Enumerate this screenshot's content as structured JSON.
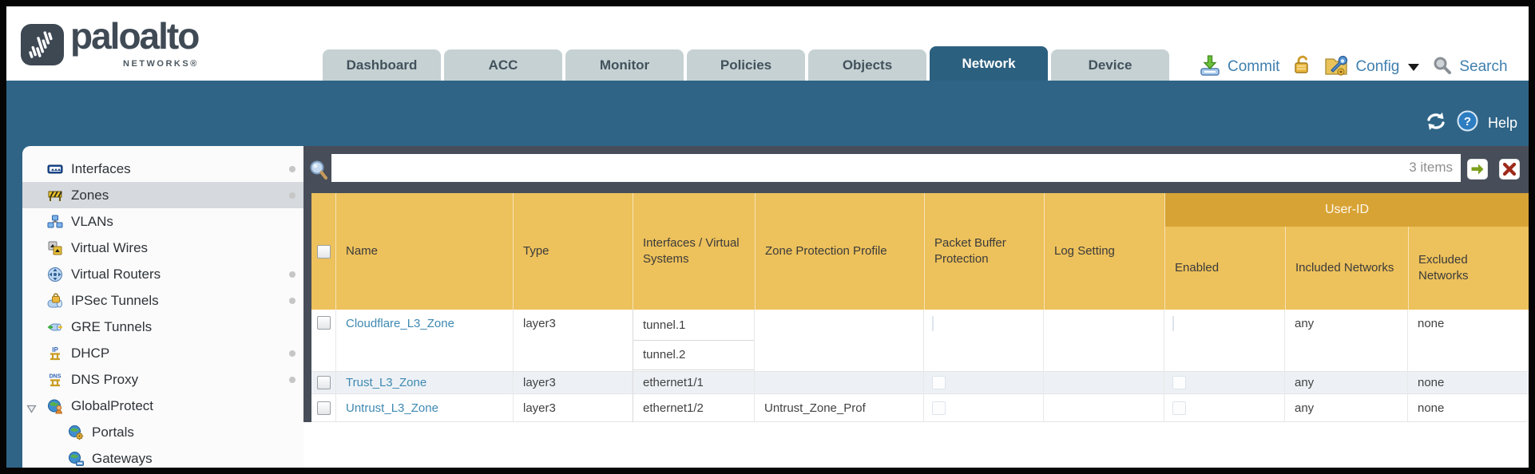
{
  "header": {
    "brand": {
      "name": "paloalto",
      "sub": "NETWORKS®"
    },
    "tabs": [
      {
        "label": "Dashboard",
        "active": false
      },
      {
        "label": "ACC",
        "active": false
      },
      {
        "label": "Monitor",
        "active": false
      },
      {
        "label": "Policies",
        "active": false
      },
      {
        "label": "Objects",
        "active": false
      },
      {
        "label": "Network",
        "active": true
      },
      {
        "label": "Device",
        "active": false
      }
    ],
    "actions": {
      "commit": "Commit",
      "config": "Config",
      "search": "Search"
    }
  },
  "toolbar": {
    "help_label": "Help"
  },
  "sidebar": {
    "items": [
      {
        "label": "Interfaces",
        "icon": "interfaces-icon",
        "dot": true,
        "selected": false
      },
      {
        "label": "Zones",
        "icon": "zones-icon",
        "dot": true,
        "selected": true
      },
      {
        "label": "VLANs",
        "icon": "vlans-icon",
        "dot": false,
        "selected": false
      },
      {
        "label": "Virtual Wires",
        "icon": "virtual-wires-icon",
        "dot": false,
        "selected": false
      },
      {
        "label": "Virtual Routers",
        "icon": "virtual-routers-icon",
        "dot": true,
        "selected": false
      },
      {
        "label": "IPSec Tunnels",
        "icon": "ipsec-tunnels-icon",
        "dot": true,
        "selected": false
      },
      {
        "label": "GRE Tunnels",
        "icon": "gre-tunnels-icon",
        "dot": false,
        "selected": false
      },
      {
        "label": "DHCP",
        "icon": "dhcp-icon",
        "dot": true,
        "selected": false
      },
      {
        "label": "DNS Proxy",
        "icon": "dns-proxy-icon",
        "dot": true,
        "selected": false
      },
      {
        "label": "GlobalProtect",
        "icon": "globalprotect-icon",
        "dot": false,
        "selected": false,
        "expanded": true
      },
      {
        "label": "Portals",
        "icon": "portals-icon",
        "dot": false,
        "selected": false,
        "indent": true
      },
      {
        "label": "Gateways",
        "icon": "gateways-icon",
        "dot": false,
        "selected": false,
        "indent": true
      }
    ]
  },
  "filterbar": {
    "value": "",
    "count_label": "3 items"
  },
  "table": {
    "group_header": "User-ID",
    "columns": [
      "Name",
      "Type",
      "Interfaces / Virtual Systems",
      "Zone Protection Profile",
      "Packet Buffer Protection",
      "Log Setting",
      "Enabled",
      "Included Networks",
      "Excluded Networks"
    ],
    "rows": [
      {
        "name": "Cloudflare_L3_Zone",
        "type": "layer3",
        "interfaces": [
          "tunnel.1",
          "tunnel.2"
        ],
        "zone_protection_profile": "",
        "packet_buffer_protection_checked": false,
        "log_setting": "",
        "user_id_enabled_checked": false,
        "included_networks": "any",
        "excluded_networks": "none"
      },
      {
        "name": "Trust_L3_Zone",
        "type": "layer3",
        "interfaces": [
          "ethernet1/1"
        ],
        "zone_protection_profile": "",
        "packet_buffer_protection_checked": false,
        "log_setting": "",
        "user_id_enabled_checked": false,
        "included_networks": "any",
        "excluded_networks": "none"
      },
      {
        "name": "Untrust_L3_Zone",
        "type": "layer3",
        "interfaces": [
          "ethernet1/2"
        ],
        "zone_protection_profile": "Untrust_Zone_Prof",
        "packet_buffer_protection_checked": false,
        "log_setting": "",
        "user_id_enabled_checked": false,
        "included_networks": "any",
        "excluded_networks": "none"
      }
    ]
  },
  "colors": {
    "teal_band": "#2f6486",
    "dark_strip": "#474e59",
    "header_gold": "#edc15b",
    "group_gold": "#d8a335",
    "link_blue": "#3e89b1",
    "action_blue": "#3f7fae",
    "active_tab": "#2c607f"
  }
}
